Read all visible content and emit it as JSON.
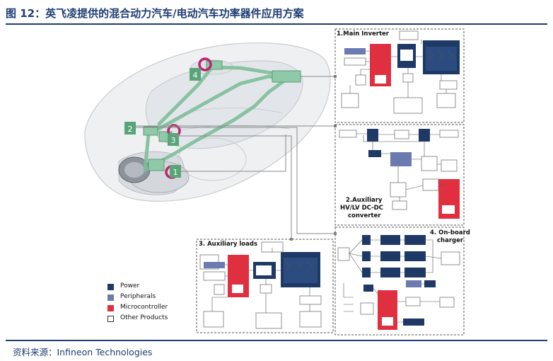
{
  "header": {
    "title": "图 12：英飞凌提供的混合动力汽车/电动汽车功率器件应用方案"
  },
  "footer": {
    "source": "资料来源：Infineon Technologies"
  },
  "colors": {
    "power": "#1e3966",
    "peripherals": "#6b7bb0",
    "microcontroller": "#e03040",
    "other": "#ffffff",
    "title_blue": "#1e3d73"
  },
  "legend": [
    {
      "label": "Power",
      "color": "#1e3966"
    },
    {
      "label": "Peripherals",
      "color": "#6b7bb0"
    },
    {
      "label": "Microcontroller",
      "color": "#e03040"
    },
    {
      "label": "Other Products",
      "color": "#ffffff"
    }
  ],
  "car": {
    "markers": [
      "1",
      "2",
      "3",
      "4"
    ]
  },
  "sections": {
    "main_inverter": "1.Main Inverter",
    "dcdc_l1": "2.Auxiliary",
    "dcdc_l2": "HV/LV DC-DC",
    "dcdc_l3": "converter",
    "aux_loads": "3. Auxiliary loads",
    "obc_l1": "4. On-board",
    "obc_l2": "charger"
  }
}
